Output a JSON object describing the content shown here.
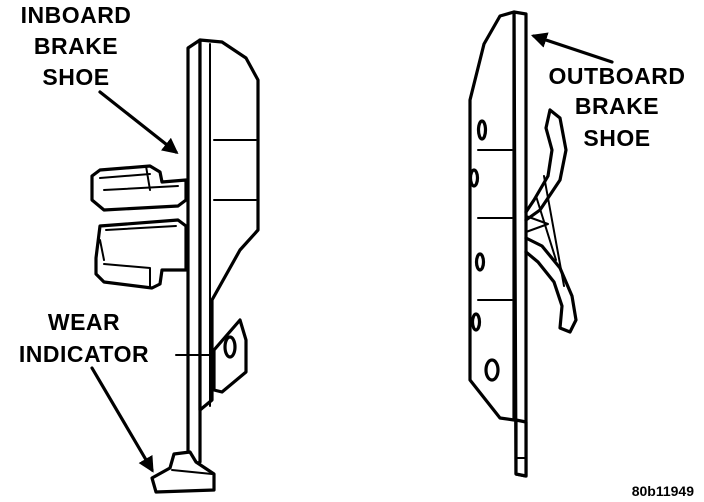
{
  "labels": {
    "inboard": [
      "INBOARD",
      "BRAKE",
      "SHOE"
    ],
    "outboard": [
      "OUTBOARD",
      "BRAKE",
      "SHOE"
    ],
    "wear": [
      "WEAR",
      "INDICATOR"
    ]
  },
  "figure_code": "80b11949"
}
